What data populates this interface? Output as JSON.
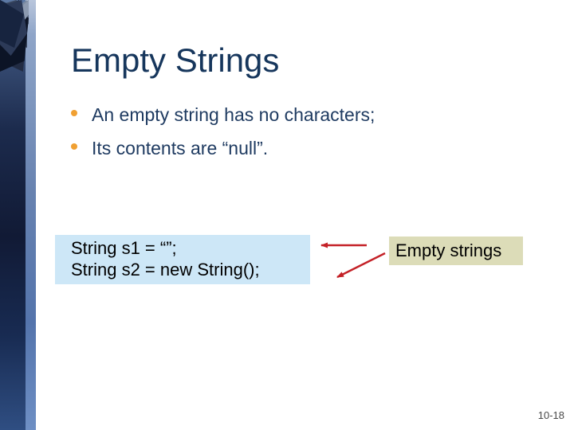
{
  "slide": {
    "title": "Empty Strings",
    "bullets": [
      "An empty string has no characters;",
      "Its contents are “null”."
    ],
    "code_box": {
      "lines": [
        "String s1 = “”;",
        "String s2 = new String();"
      ]
    },
    "callout_label": "Empty strings",
    "page_number": "10-18",
    "icons": {
      "arrow_left": "red-arrow-pointing-left",
      "arrow_diagonal": "red-arrow-pointing-down-left",
      "bullet": "orange-dot"
    },
    "colors": {
      "title_text": "#16365c",
      "body_text": "#1f3b61",
      "bullet_dot": "#f0a032",
      "code_box_bg": "#cde7f7",
      "callout_bg": "#dcdcb8",
      "arrow": "#c42127",
      "page_number_text": "#4a4a4a",
      "sidebar_dark": "#111a35",
      "sidebar_light_band": "#8fa5c8"
    }
  }
}
